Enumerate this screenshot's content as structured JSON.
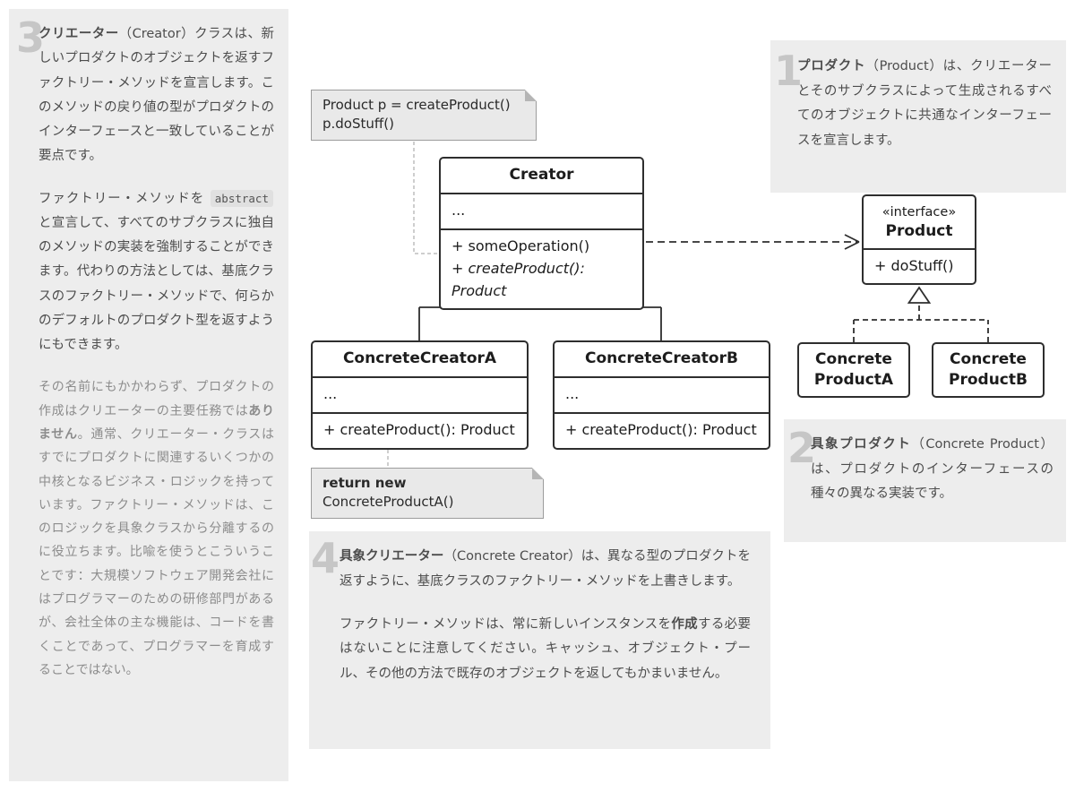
{
  "colors": {
    "panel_bg": "#ededed",
    "note_bg": "#e9e9e9",
    "box_border": "#2e2e2e",
    "number_gray": "#c6c6c6"
  },
  "panels": {
    "creator_note": {
      "number": "3",
      "p1_bold": "クリエーター",
      "p1_rest": "（Creator）クラスは、新しいプロダクトのオブジェクトを返すファクトリー・メソッドを宣言します。このメソッドの戻り値の型がプロダクトのインターフェースと一致していることが要点です。",
      "p2_a": "ファクトリー・メソッドを ",
      "p2_code": "abstract",
      "p2_b": " と宣言して、すべてのサブクラスに独自のメソッドの実装を強制することができます。代わりの方法としては、基底クラスのファクトリー・メソッドで、何らかのデフォルトのプロダクト型を返すようにもできます。",
      "p3_a": "その名前にもかかわらず、プロダクトの作成はクリエーターの主要任務では",
      "p3_bold": "ありません",
      "p3_b": "。通常、クリエーター・クラスはすでにプロダクトに関連するいくつかの中核となるビジネス・ロジックを持っています。ファクトリー・メソッドは、このロジックを具象クラスから分離するのに役立ちます。比喩を使うとこういうことです：大規模ソフトウェア開発会社にはプログラマーのための研修部門があるが、会社全体の主な機能は、コードを書くことであって、プログラマーを育成することではない。"
    },
    "product_note": {
      "number": "1",
      "bold": "プロダクト",
      "rest": "（Product）は、クリエーターとそのサブクラスによって生成されるすべてのオブジェクトに共通なインターフェースを宣言します。"
    },
    "concrete_product_note": {
      "number": "2",
      "bold": "具象プロダクト",
      "rest": "（Concrete Product）は、プロダクトのインターフェースの種々の異なる実装です。"
    },
    "concrete_creator_note": {
      "number": "4",
      "p1_bold": "具象クリエーター",
      "p1_rest": "（Concrete Creator）は、異なる型のプロダクトを返すように、基底クラスのファクトリー・メソッドを上書きします。",
      "p2_a": "ファクトリー・メソッドは、常に新しいインスタンスを",
      "p2_bold": "作成",
      "p2_b": "する必要はないことに注意してください。キャッシュ、オブジェクト・プール、その他の方法で既存のオブジェクトを返してもかまいません。"
    }
  },
  "uml": {
    "note_top": {
      "line1": "Product p = createProduct()",
      "line2": "p.doStuff()"
    },
    "note_bottom": {
      "bold": "return new",
      "rest": " ConcreteProductA()"
    },
    "creator": {
      "title": "Creator",
      "fields": "...",
      "methods": [
        "+ someOperation()",
        "+ createProduct(): Product"
      ]
    },
    "product": {
      "stereotype": "«interface»",
      "title": "Product",
      "method": "+ doStuff()"
    },
    "concrete_creator_a": {
      "title": "ConcreteCreatorA",
      "fields": "...",
      "method": "+ createProduct(): Product"
    },
    "concrete_creator_b": {
      "title": "ConcreteCreatorB",
      "fields": "...",
      "method": "+ createProduct(): Product"
    },
    "concrete_product_a": {
      "line1": "Concrete",
      "line2": "ProductA"
    },
    "concrete_product_b": {
      "line1": "Concrete",
      "line2": "ProductB"
    }
  }
}
